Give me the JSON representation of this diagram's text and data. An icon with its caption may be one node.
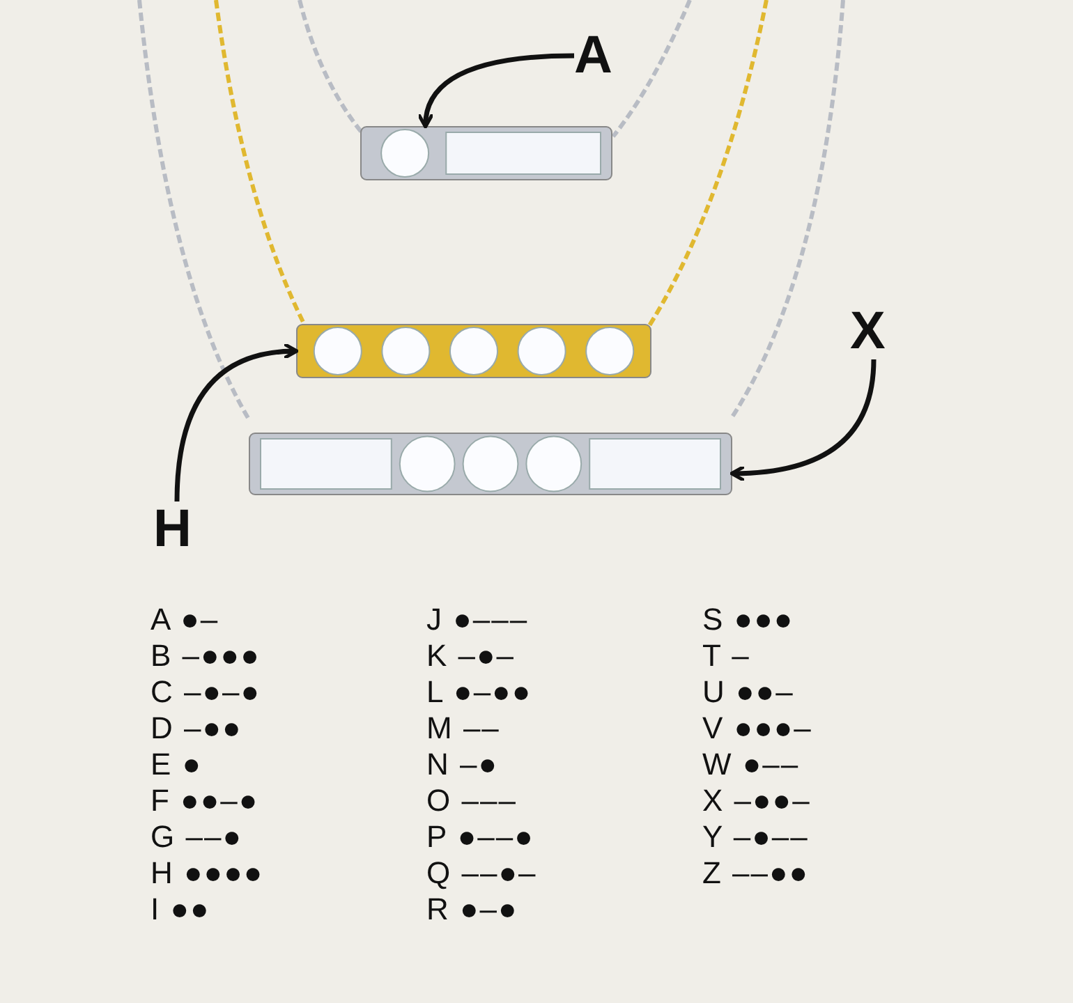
{
  "diagram": {
    "nodes": [
      {
        "text": [
          "A"
        ]
      },
      {
        "text": [],
        "shape": "picture"
      },
      {
        "text": [
          "X"
        ]
      },
      {
        "text": [],
        "shape": "picture"
      },
      {
        "text": [],
        "shape": "picture"
      },
      {
        "text": [
          "H"
        ]
      }
    ],
    "edges": [
      {
        "from": 0,
        "to": 1,
        "arrow": "to"
      },
      {
        "from": 5,
        "to": 3,
        "arrow": "to"
      },
      {
        "from": 2,
        "to": 4,
        "arrow": "to"
      }
    ],
    "labels": [
      "A ●–",
      "J ●–––",
      "S ●●●",
      "B –●●●",
      "K –●–",
      "T –",
      "C –●–●",
      "L ●–●●",
      "U ●●–",
      "D –●●",
      "M ––",
      "V ●●●–",
      "E ●",
      "N –●",
      "W ●––",
      "F ●●–●",
      "O –––",
      "X –●●–",
      "G ––●",
      "P ●––●",
      "Y –●––",
      "H ●●●●",
      "Q ––●–",
      "Z ––●●",
      "I ●●",
      "R ●–●"
    ]
  }
}
